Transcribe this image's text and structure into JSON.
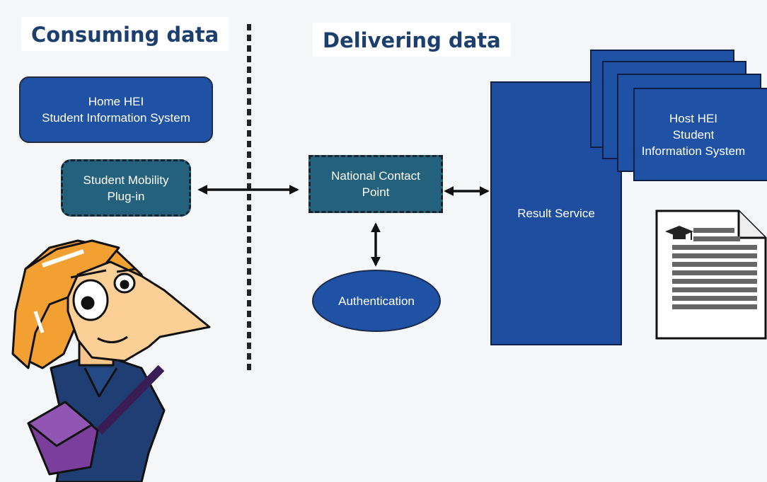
{
  "headings": {
    "consuming": "Consuming data",
    "delivering": "Delivering data"
  },
  "nodes": {
    "home_hei": [
      "Home HEI",
      "Student Information System"
    ],
    "plugin": [
      "Student Mobility",
      "Plug-in"
    ],
    "ncp": [
      "National Contact",
      "Point"
    ],
    "authentication": "Authentication",
    "result_service": "Result Service",
    "host_hei": [
      "Host HEI",
      "Student",
      "Information System"
    ]
  },
  "icons": {
    "character": "student-character-illustration",
    "document": "transcript-document-icon",
    "cap": "graduation-cap-icon"
  },
  "colors": {
    "box_blue": "#1f52a5",
    "box_teal": "#24617c",
    "heading": "#1d3f6e"
  }
}
